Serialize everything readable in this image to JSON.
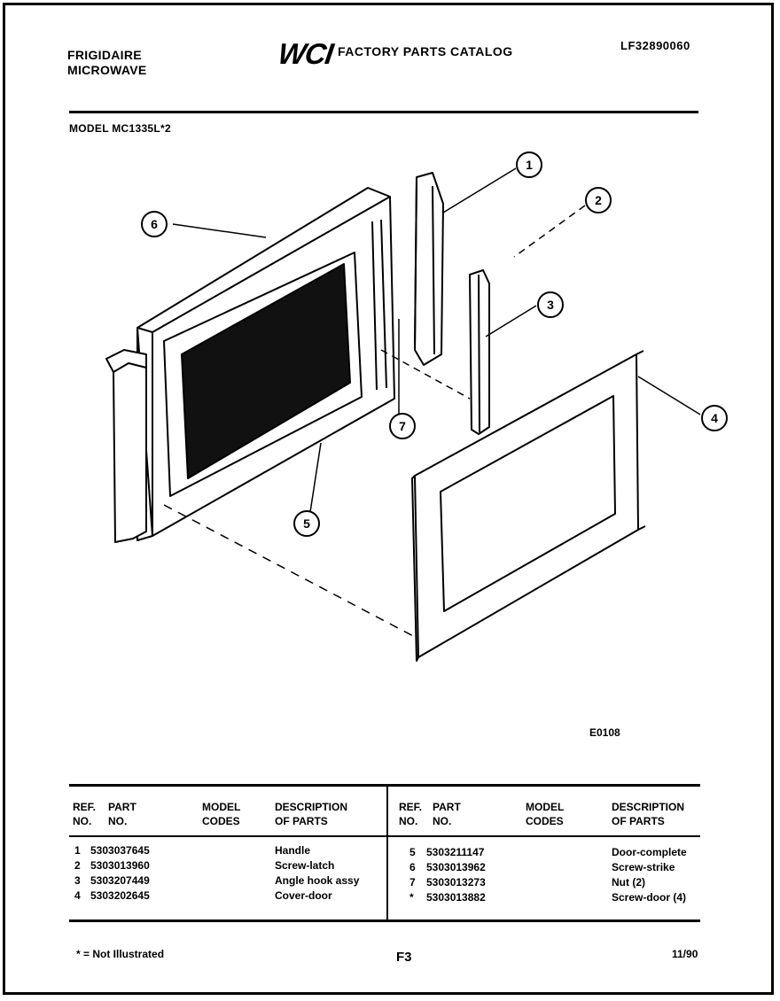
{
  "header": {
    "brand_line1": "FRIGIDAIRE",
    "brand_line2": "MICROWAVE",
    "logo_text": "WCI",
    "catalog_title": "FACTORY PARTS CATALOG",
    "publication_number": "LF32890060",
    "model_label": "MODEL MC1335L*2"
  },
  "diagram": {
    "figure_code": "E0108",
    "callouts": [
      "1",
      "2",
      "3",
      "4",
      "5",
      "6",
      "7"
    ]
  },
  "parts_table": {
    "headers": {
      "ref_no": [
        "REF.",
        "NO."
      ],
      "part_no": [
        "PART",
        "NO."
      ],
      "model_codes": [
        "MODEL",
        "CODES"
      ],
      "description": [
        "DESCRIPTION",
        "OF PARTS"
      ]
    },
    "left_rows": [
      {
        "ref": "1",
        "part": "5303037645",
        "codes": "",
        "desc": "Handle"
      },
      {
        "ref": "2",
        "part": "5303013960",
        "codes": "",
        "desc": "Screw-latch"
      },
      {
        "ref": "3",
        "part": "5303207449",
        "codes": "",
        "desc": "Angle hook assy"
      },
      {
        "ref": "4",
        "part": "5303202645",
        "codes": "",
        "desc": "Cover-door"
      }
    ],
    "right_rows": [
      {
        "ref": "5",
        "part": "5303211147",
        "codes": "",
        "desc": "Door-complete"
      },
      {
        "ref": "6",
        "part": "5303013962",
        "codes": "",
        "desc": "Screw-strike"
      },
      {
        "ref": "7",
        "part": "5303013273",
        "codes": "",
        "desc": "Nut (2)"
      },
      {
        "ref": "*",
        "part": "5303013882",
        "codes": "",
        "desc": "Screw-door (4)"
      }
    ]
  },
  "footer": {
    "note": "* = Not Illustrated",
    "page": "F3",
    "date": "11/90"
  }
}
